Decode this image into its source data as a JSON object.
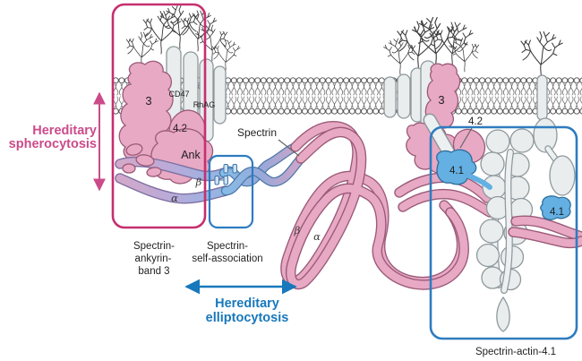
{
  "diagram": "red-blood-cell-membrane-cytoskeleton",
  "disease_annotations": {
    "spherocytosis": {
      "line1": "Hereditary",
      "line2": "spherocytosis"
    },
    "elliptocytosis": {
      "line1": "Hereditary",
      "line2": "elliptocytosis"
    }
  },
  "protein_labels": {
    "band3_left": "3",
    "cd47": "CD47",
    "rhag": "RhAG",
    "protein42_left": "4.2",
    "ankyrin": "Ank",
    "beta_left": "β",
    "alpha_left": "α",
    "spectrin": "Spectrin",
    "beta_mid": "β",
    "alpha_mid": "α",
    "band3_right": "3",
    "protein42_right": "4.2",
    "protein41_upper": "4.1",
    "protein41_lower": "4.1"
  },
  "region_captions": {
    "spectrin_ankyrin_band3": {
      "line1": "Spectrin-",
      "line2": "ankyrin-",
      "line3": "band 3"
    },
    "spectrin_self_association": {
      "line1": "Spectrin-",
      "line2": "self-association"
    },
    "spectrin_actin_41": "Spectrin-actin-4.1"
  },
  "colors": {
    "spherocytosis_box": "#c5306f",
    "spherocytosis_text": "#cb4b8a",
    "elliptocytosis_box": "#2e7cc0",
    "elliptocytosis_text": "#1878bc",
    "protein_pink": "#e8a9c4",
    "protein_pink_outline": "#9a5a78",
    "spectrin_lavender": "#b6abda",
    "spectrin_blue": "#85bce8",
    "protein41_blue": "#64b0e2",
    "gray_protein": "#e9edee",
    "gray_outline": "#8e989c",
    "membrane_line": "#4a4a4a"
  }
}
